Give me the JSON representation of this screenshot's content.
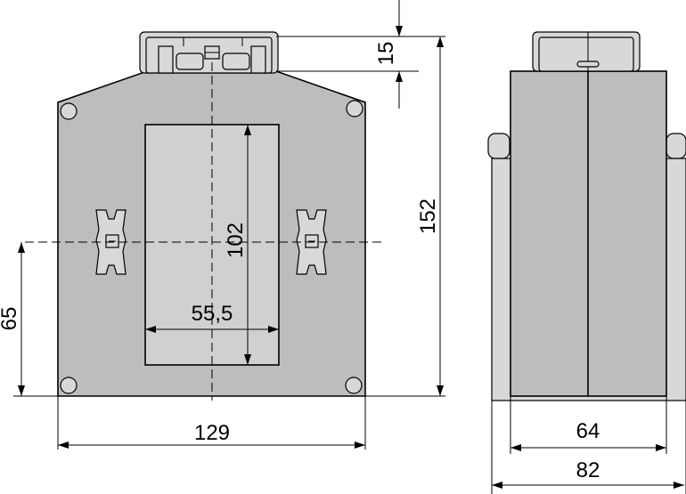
{
  "dimensions": {
    "width_front": "129",
    "height_total": "152",
    "window_height": "102",
    "window_width": "55,5",
    "mount_height": "65",
    "terminal_height": "15",
    "side_depth_inner": "64",
    "side_depth_total": "82"
  },
  "colors": {
    "line": "#000000",
    "body_fill": "#bdbdbd",
    "window_fill": "#d0d0d0",
    "background": "#ffffff"
  }
}
